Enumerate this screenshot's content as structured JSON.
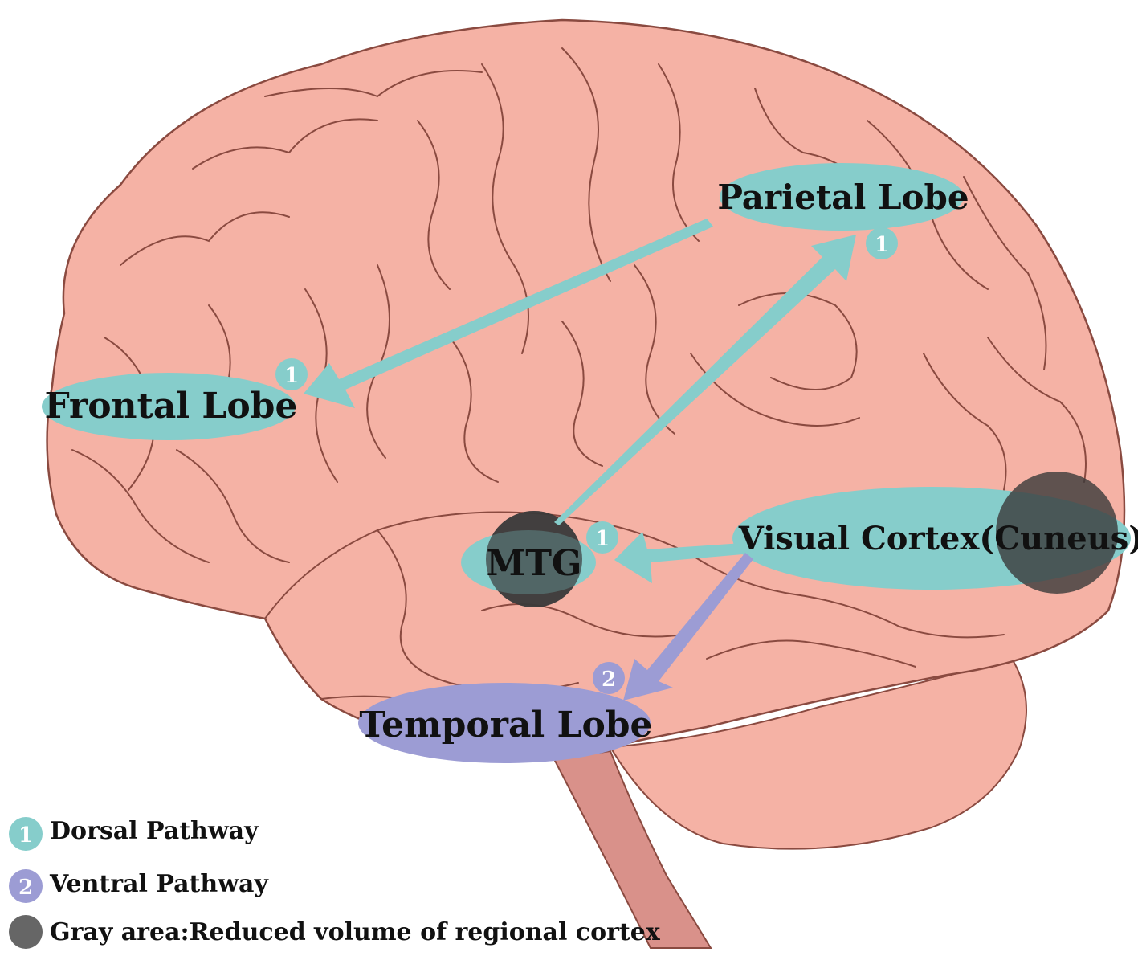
{
  "colors": {
    "brain_fill": "#F5B2A5",
    "brain_outline": "#8A4A40",
    "stem_fill": "#D9918A",
    "dorsal": "#86CDCB",
    "ventral": "#9C9CD4",
    "gray_area": "#3A3A3A"
  },
  "nodes": {
    "parietal": "Parietal Lobe",
    "frontal": "Frontal Lobe",
    "mtg": "MTG",
    "visual": "Visual Cortex(Cuneus)",
    "temporal": "Temporal Lobe"
  },
  "badges": {
    "dorsal": "1",
    "ventral": "2"
  },
  "legend": {
    "dorsal": "Dorsal Pathway",
    "ventral": "Ventral Pathway",
    "gray": "Gray area:Reduced volume of regional cortex"
  }
}
